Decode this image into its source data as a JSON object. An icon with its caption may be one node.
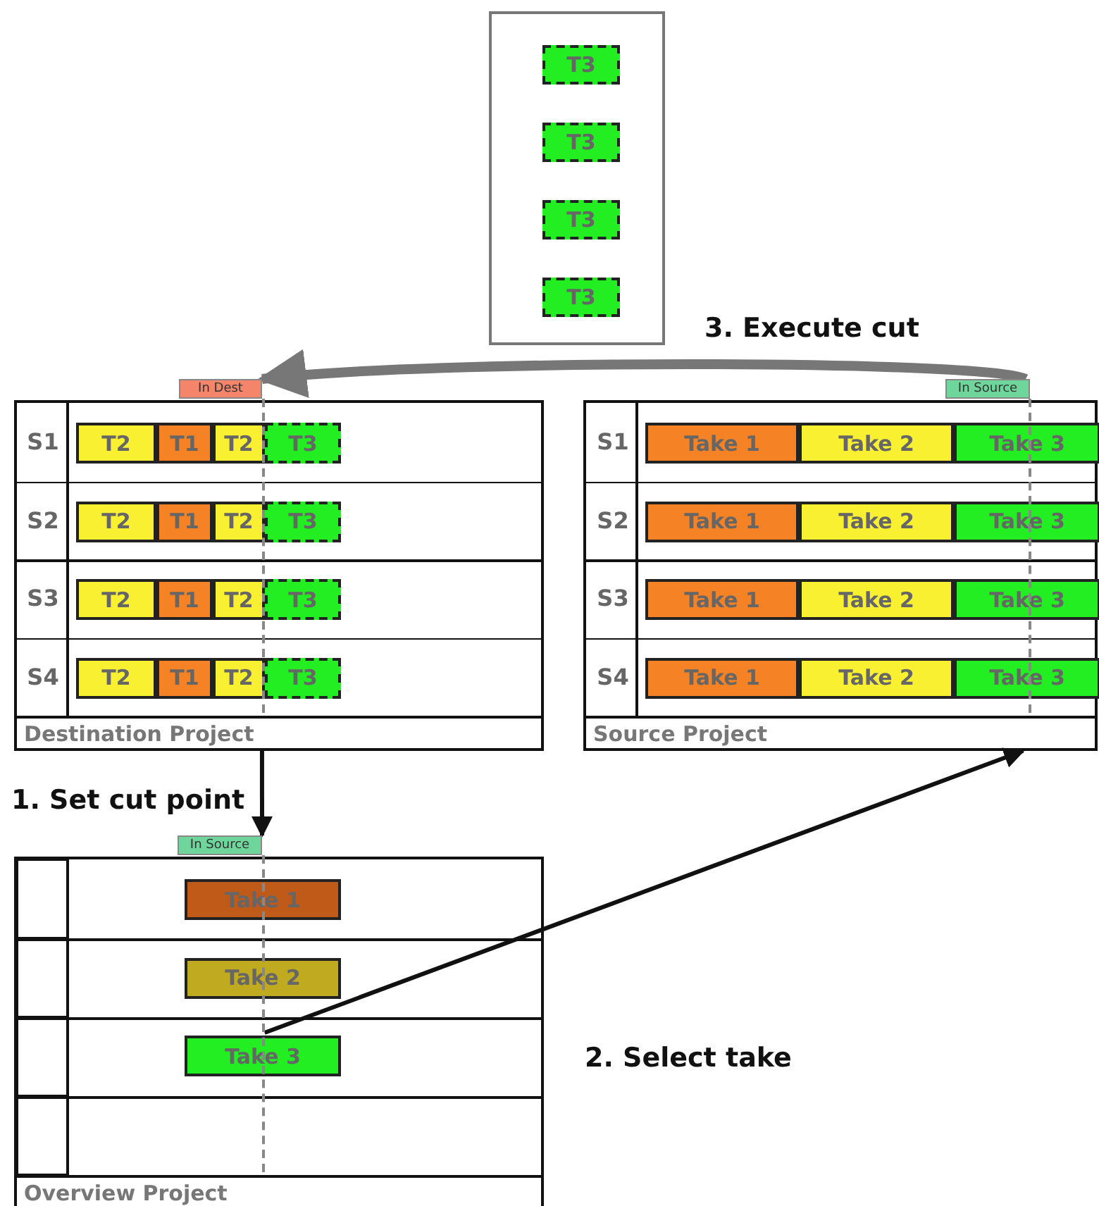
{
  "diagram": {
    "nodes": [
      {
        "text": [],
        "shape": "box"
      },
      {
        "text": [
          "T3"
        ],
        "in": 0
      },
      {
        "text": [
          "T3"
        ],
        "in": 0
      },
      {
        "text": [
          "T3"
        ],
        "in": 0
      },
      {
        "text": [
          "T3"
        ],
        "in": 0
      },
      {
        "text": [
          "In Dest"
        ]
      },
      {
        "text": [
          "Destination Project"
        ]
      },
      {
        "text": [
          "S1"
        ],
        "in": 6
      },
      {
        "text": [
          "T2"
        ],
        "in": 6
      },
      {
        "text": [
          "T1"
        ],
        "in": 6
      },
      {
        "text": [
          "T2"
        ],
        "in": 6
      },
      {
        "text": [
          "T3"
        ],
        "in": 6
      },
      {
        "text": [
          "S2"
        ],
        "in": 6
      },
      {
        "text": [
          "T2"
        ],
        "in": 6
      },
      {
        "text": [
          "T1"
        ],
        "in": 6
      },
      {
        "text": [
          "T2"
        ],
        "in": 6
      },
      {
        "text": [
          "T3"
        ],
        "in": 6
      },
      {
        "text": [
          "S3"
        ],
        "in": 6
      },
      {
        "text": [
          "T2"
        ],
        "in": 6
      },
      {
        "text": [
          "T1"
        ],
        "in": 6
      },
      {
        "text": [
          "T2"
        ],
        "in": 6
      },
      {
        "text": [
          "T3"
        ],
        "in": 6
      },
      {
        "text": [
          "S4"
        ],
        "in": 6
      },
      {
        "text": [
          "T2"
        ],
        "in": 6
      },
      {
        "text": [
          "T1"
        ],
        "in": 6
      },
      {
        "text": [
          "T2"
        ],
        "in": 6
      },
      {
        "text": [
          "T3"
        ],
        "in": 6
      },
      {
        "text": [
          "In Source"
        ]
      },
      {
        "text": [
          "Source Project"
        ]
      },
      {
        "text": [
          "S1"
        ],
        "in": 28
      },
      {
        "text": [
          "Take 1"
        ],
        "in": 28
      },
      {
        "text": [
          "Take 2"
        ],
        "in": 28
      },
      {
        "text": [
          "Take 3"
        ],
        "in": 28
      },
      {
        "text": [
          "S2"
        ],
        "in": 28
      },
      {
        "text": [
          "Take 1"
        ],
        "in": 28
      },
      {
        "text": [
          "Take 2"
        ],
        "in": 28
      },
      {
        "text": [
          "Take 3"
        ],
        "in": 28
      },
      {
        "text": [
          "S3"
        ],
        "in": 28
      },
      {
        "text": [
          "Take 1"
        ],
        "in": 28
      },
      {
        "text": [
          "Take 2"
        ],
        "in": 28
      },
      {
        "text": [
          "Take 3"
        ],
        "in": 28
      },
      {
        "text": [
          "S4"
        ],
        "in": 28
      },
      {
        "text": [
          "Take 1"
        ],
        "in": 28
      },
      {
        "text": [
          "Take 2"
        ],
        "in": 28
      },
      {
        "text": [
          "Take 3"
        ],
        "in": 28
      },
      {
        "text": [
          "In Source"
        ]
      },
      {
        "text": [
          "Overview Project"
        ]
      },
      {
        "text": [],
        "shape": "box",
        "in": 46
      },
      {
        "text": [],
        "shape": "box",
        "in": 46
      },
      {
        "text": [],
        "shape": "box",
        "in": 46
      },
      {
        "text": [],
        "shape": "box",
        "in": 46
      },
      {
        "text": [
          "Take 1"
        ],
        "in": 46
      },
      {
        "text": [
          "Take 2"
        ],
        "in": 46
      },
      {
        "text": [
          "Take 3"
        ],
        "in": 46
      }
    ],
    "edges": [
      {
        "from": 27,
        "to": 5,
        "arrow": "to",
        "label": "3. Execute cut",
        "style": "thick",
        "color": "#777777"
      },
      {
        "from": 6,
        "to": 45,
        "arrow": "to",
        "label": "1. Set cut point"
      },
      {
        "from": 53,
        "to": 28,
        "arrow": "to",
        "label": "2. Select take"
      }
    ]
  }
}
